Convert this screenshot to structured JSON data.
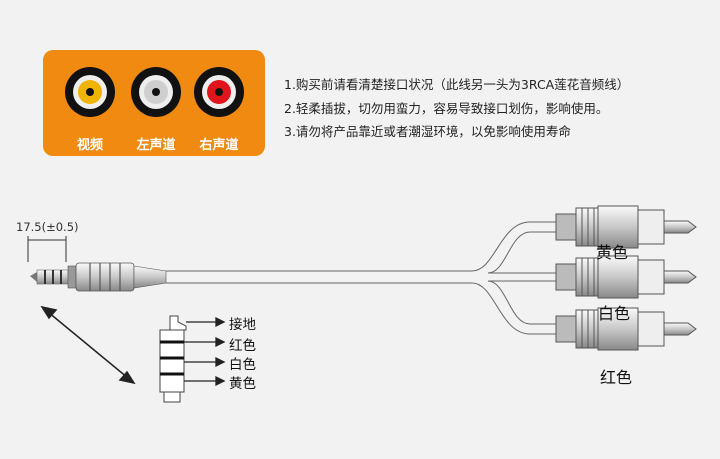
{
  "panel": {
    "ports": [
      {
        "label": "视频",
        "color": "#f0b400"
      },
      {
        "label": "左声道",
        "color": "#f4f4f4"
      },
      {
        "label": "右声道",
        "color": "#e0151b"
      }
    ]
  },
  "notes": [
    "1.购买前请看清楚接口状况（此线另一头为3RCA莲花音频线）",
    "2.轻柔插拔，切勿用蛮力，容易导致接口划伤，影响使用。",
    "3.请勿将产品靠近或者潮湿环境，以免影响使用寿命"
  ],
  "dimension": "17.5(±0.5)",
  "plugs": [
    "黄色",
    "白色",
    "红色"
  ],
  "trrs": [
    "接地",
    "红色",
    "白色",
    "黄色"
  ],
  "colors": {
    "panel": "#f08a10",
    "cable": "#dddddd"
  }
}
